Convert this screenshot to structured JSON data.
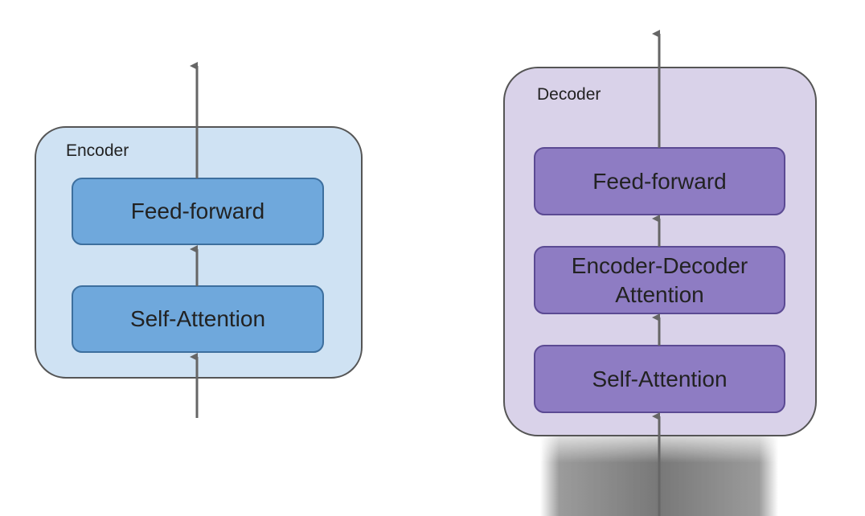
{
  "encoder": {
    "title": "Encoder",
    "blocks": {
      "feed_forward": "Feed-forward",
      "self_attention": "Self-Attention"
    }
  },
  "decoder": {
    "title": "Decoder",
    "blocks": {
      "feed_forward": "Feed-forward",
      "encoder_decoder_line1": "Encoder-Decoder",
      "encoder_decoder_line2": "Attention",
      "self_attention": "Self-Attention"
    }
  },
  "colors": {
    "encoder_container": "#cfe2f3",
    "encoder_block": "#6fa8dc",
    "decoder_container": "#d9d2e9",
    "decoder_block": "#8e7cc3",
    "stroke": "#555555",
    "arrow": "#666666"
  }
}
